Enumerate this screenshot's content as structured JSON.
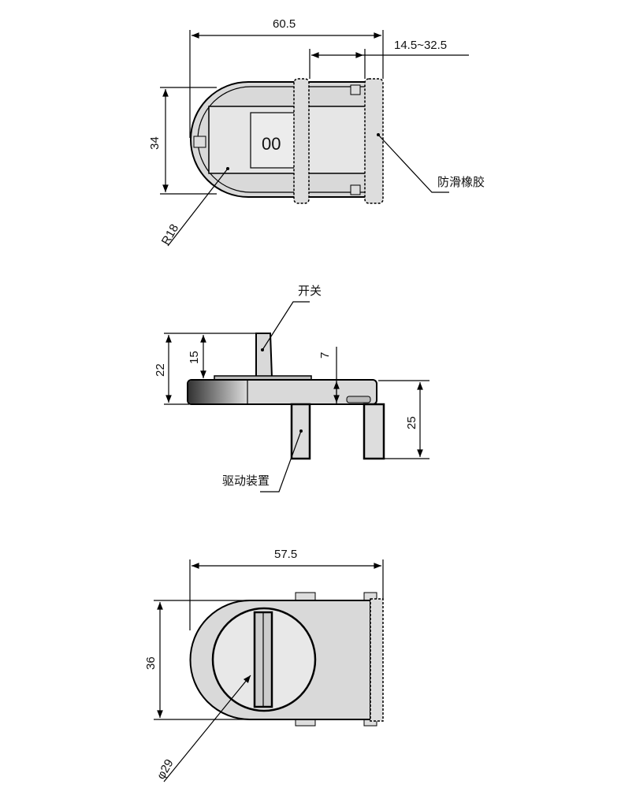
{
  "top_view": {
    "width_dim": "60.5",
    "range_dim": "14.5~32.5",
    "height_dim": "34",
    "radius_dim": "R18",
    "rubber_label": "防滑橡胶",
    "counter_text": "00"
  },
  "side_view": {
    "switch_label": "开关",
    "total_height_dim": "22",
    "switch_height_dim": "15",
    "plate_dim": "7",
    "leg_dim": "25",
    "drive_label": "驱动装置"
  },
  "bottom_view": {
    "width_dim": "57.5",
    "height_dim": "36",
    "dial_dim": "φ29"
  }
}
